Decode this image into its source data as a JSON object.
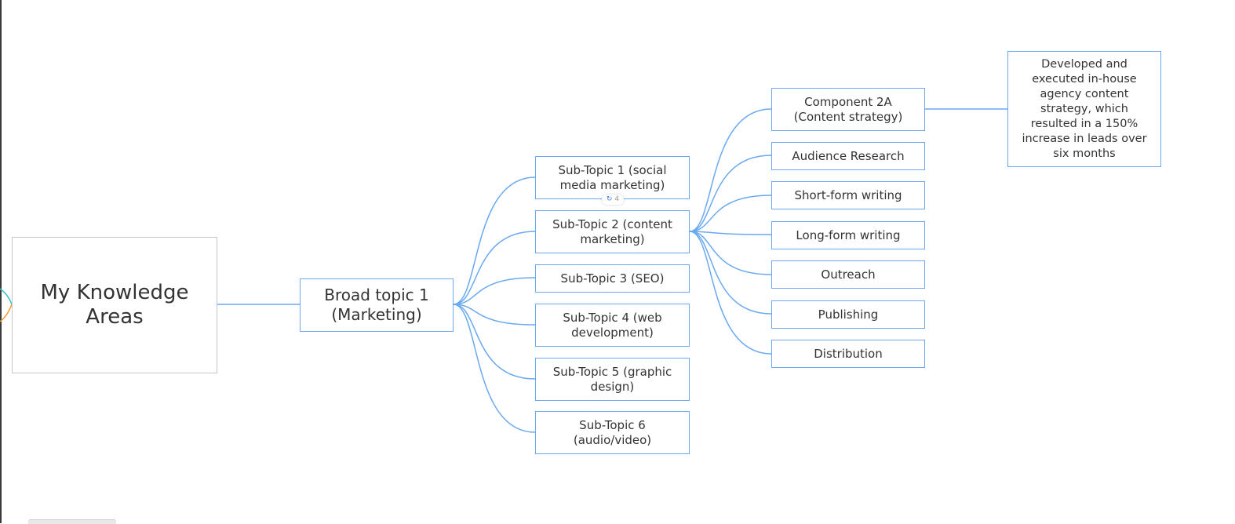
{
  "root": {
    "label": "My Knowledge Areas"
  },
  "broad_topic": {
    "label": "Broad topic 1\n(Marketing)"
  },
  "sub_topics": [
    {
      "label": "Sub-Topic 1 (social\nmedia marketing)"
    },
    {
      "label": "Sub-Topic 2 (content\nmarketing)",
      "collapsed_count": "4"
    },
    {
      "label": "Sub-Topic 3 (SEO)"
    },
    {
      "label": "Sub-Topic 4 (web\ndevelopment)"
    },
    {
      "label": "Sub-Topic 5 (graphic\ndesign)"
    },
    {
      "label": "Sub-Topic 6\n(audio/video)"
    }
  ],
  "components": [
    {
      "label": "Component 2A\n(Content strategy)"
    },
    {
      "label": "Audience Research"
    },
    {
      "label": "Short-form writing"
    },
    {
      "label": "Long-form writing"
    },
    {
      "label": "Outreach"
    },
    {
      "label": "Publishing"
    },
    {
      "label": "Distribution"
    }
  ],
  "note": {
    "label": "Developed and\nexecuted in-house\nagency content\nstrategy, which\nresulted in a 150%\nincrease in leads over\nsix months"
  },
  "colors": {
    "link": "#6aa9f0",
    "node_border": "#6aa9f0",
    "root_border": "#c6c6c6",
    "text": "#333333",
    "left_branch_teal": "#33c3c8",
    "left_branch_orange": "#f39c2a"
  },
  "icons": {
    "collapse_badge": "refresh-icon"
  }
}
